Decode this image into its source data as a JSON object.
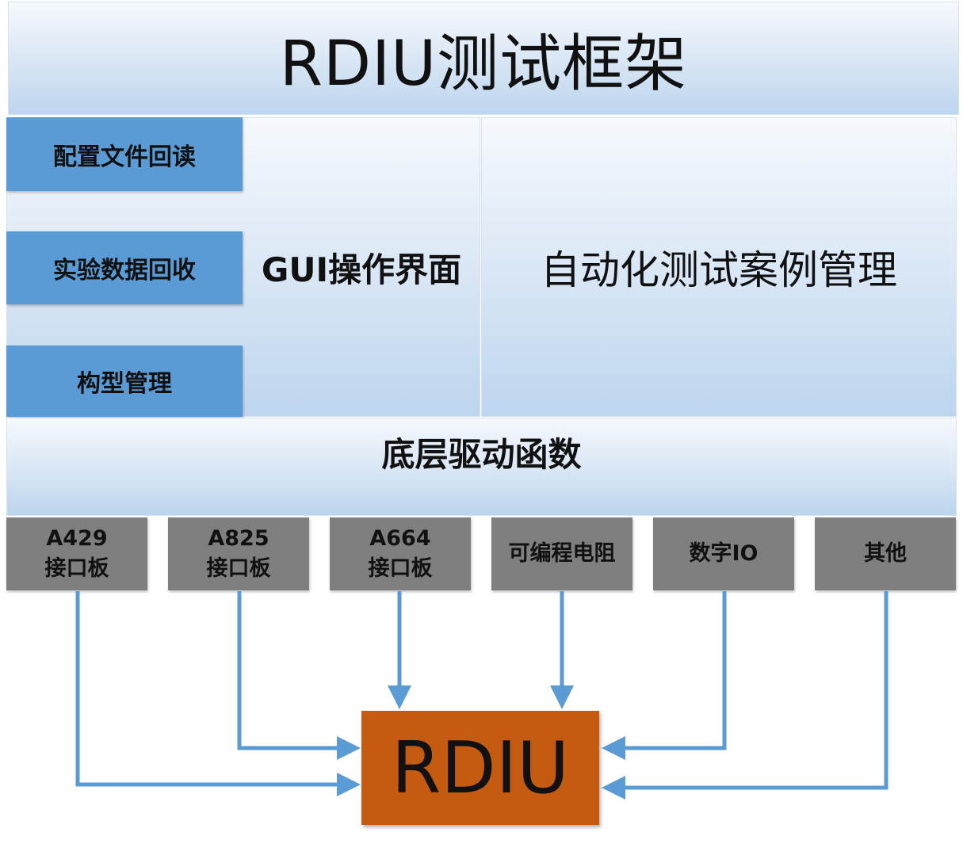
{
  "title": "RDIU测试框架",
  "gui": {
    "title": "GUI操作界面",
    "buttons": [
      "配置文件回读",
      "实验数据回收",
      "构型管理"
    ]
  },
  "automation": {
    "title": "自动化测试案例管理"
  },
  "driver": {
    "title": "底层驱动函数"
  },
  "boards": [
    {
      "line1": "A429",
      "line2": "接口板"
    },
    {
      "line1": "A825",
      "line2": "接口板"
    },
    {
      "line1": "A664",
      "line2": "接口板"
    },
    {
      "line1": "可编程电阻",
      "line2": ""
    },
    {
      "line1": "数字IO",
      "line2": ""
    },
    {
      "line1": "其他",
      "line2": ""
    }
  ],
  "target": {
    "label": "RDIU"
  },
  "colors": {
    "button_blue": "#5b9bd5",
    "board_gray": "#7f7f7f",
    "target_orange": "#c55a11",
    "arrow_blue": "#5b9bd5"
  }
}
